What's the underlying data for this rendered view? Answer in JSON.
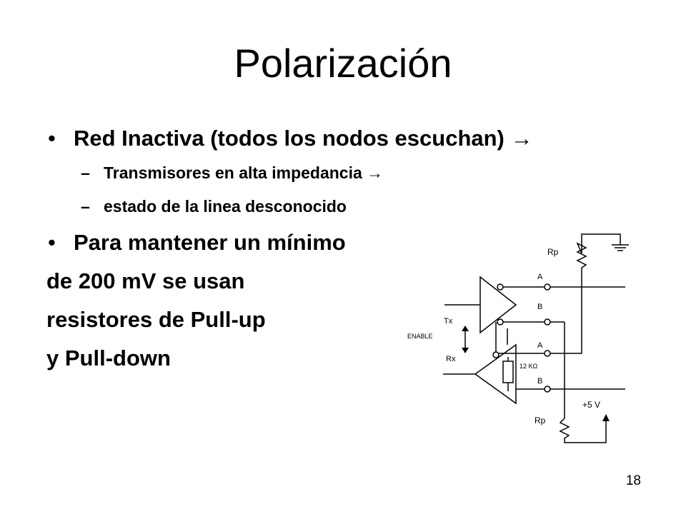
{
  "slide": {
    "title": "Polarización",
    "bullets": [
      {
        "text": "Red Inactiva (todos los nodos escuchan)",
        "arrow": "→"
      },
      {
        "text": "Transmisores en alta impedancia",
        "arrow": "→"
      },
      {
        "text": "estado de la linea desconocido"
      },
      {
        "text": "Para mantener un mínimo"
      }
    ],
    "bullet_marker": "•",
    "dash_marker": "–",
    "body_lines": [
      "de 200 mV se usan",
      "resistores de Pull-up",
      "y Pull-down"
    ],
    "page_number": "18"
  },
  "diagram": {
    "labels": {
      "rp_top": "Rp",
      "rp_bottom": "Rp",
      "a_top": "A",
      "b_top": "B",
      "a_bottom": "A",
      "b_bottom": "B",
      "tx": "Tx",
      "rx": "Rx",
      "enable": "ENABLE",
      "resistor_12k": "12 KΩ",
      "supply": "+5 V"
    }
  }
}
